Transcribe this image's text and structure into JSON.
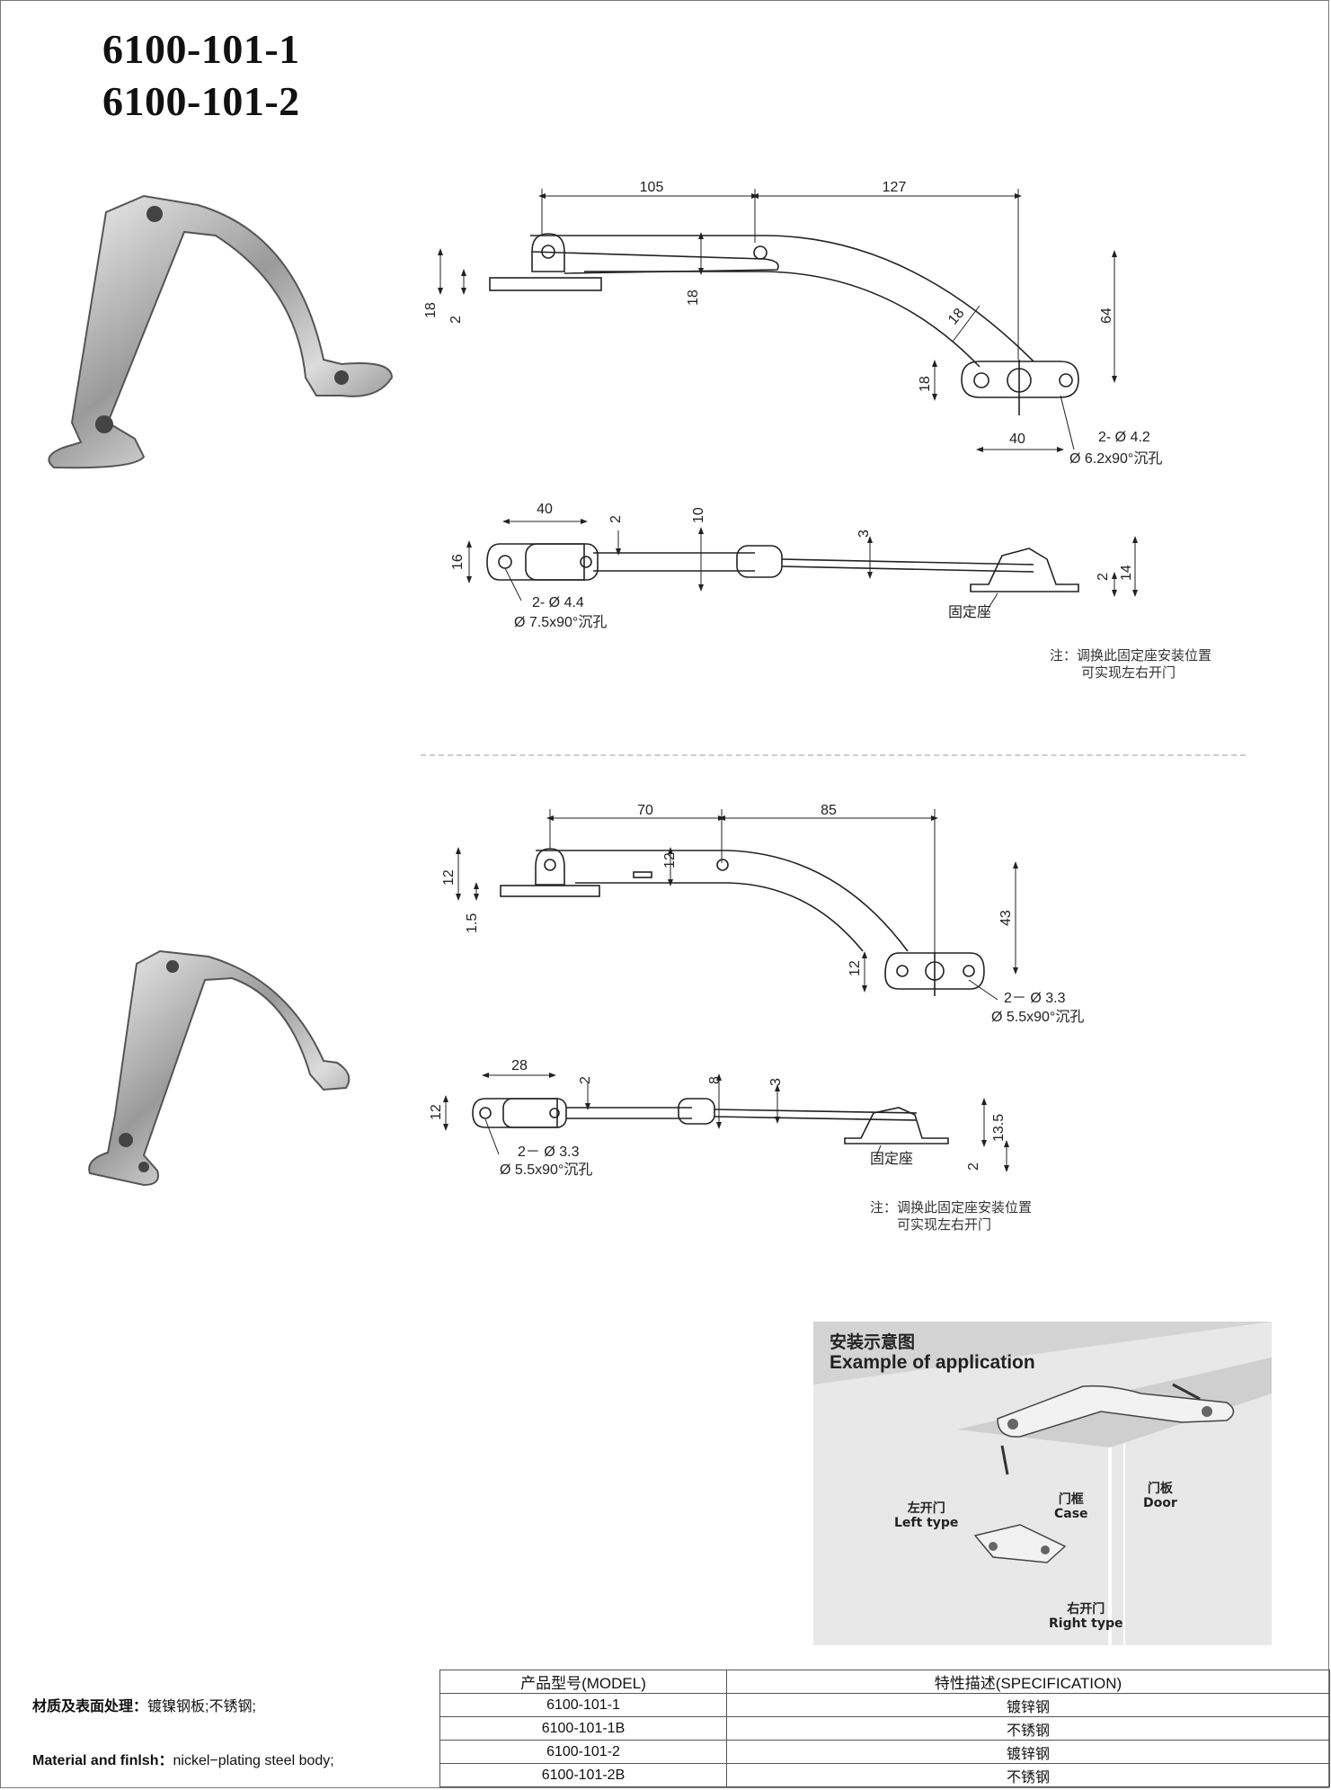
{
  "titles": [
    "6100-101-1",
    "6100-101-2"
  ],
  "drawing1": {
    "top_dims": [
      "105",
      "127",
      "18",
      "2",
      "18",
      "64",
      "18",
      "18",
      "40"
    ],
    "top_hole": [
      "2- Ø 4.2",
      "Ø 6.2x90°沉孔"
    ],
    "side_dims": [
      "40",
      "2",
      "10",
      "3",
      "16",
      "2",
      "14"
    ],
    "side_hole": [
      "2- Ø 4.4",
      "Ø 7.5x90°沉孔"
    ],
    "seat_label": "固定座",
    "note": [
      "注：调换此固定座安装位置",
      "可实现左右开门"
    ]
  },
  "drawing2": {
    "top_dims": [
      "70",
      "85",
      "12",
      "1.5",
      "12",
      "43",
      "12"
    ],
    "top_hole": [
      "2－ Ø 3.3",
      "Ø 5.5x90°沉孔"
    ],
    "side_dims": [
      "28",
      "2",
      "8",
      "3",
      "12",
      "13.5",
      "2"
    ],
    "side_hole": [
      "2－ Ø 3.3",
      "Ø 5.5x90°沉孔"
    ],
    "seat_label": "固定座",
    "note": [
      "注：调换此固定座安装位置",
      "可实现左右开门"
    ]
  },
  "application": {
    "title_cn": "安装示意图",
    "title_en": "Example of application",
    "left_cn": "左开门",
    "left_en": "Left type",
    "case_cn": "门框",
    "case_en": "Case",
    "door_cn": "门板",
    "door_en": "Door",
    "right_cn": "右开门",
    "right_en": "Right type"
  },
  "material": {
    "cn_label": "材质及表面处理：",
    "cn_value": "镀镍钢板;不锈钢;",
    "en_label": "Material and finlsh：",
    "en_value": "nickel−plating steel body;"
  },
  "spec_table": {
    "headers": [
      "产品型号(MODEL)",
      "特性描述(SPECIFICATION)"
    ],
    "rows": [
      [
        "6100-101-1",
        "镀锌钢"
      ],
      [
        "6100-101-1B",
        "不锈钢"
      ],
      [
        "6100-101-2",
        "镀锌钢"
      ],
      [
        "6100-101-2B",
        "不锈钢"
      ]
    ]
  }
}
